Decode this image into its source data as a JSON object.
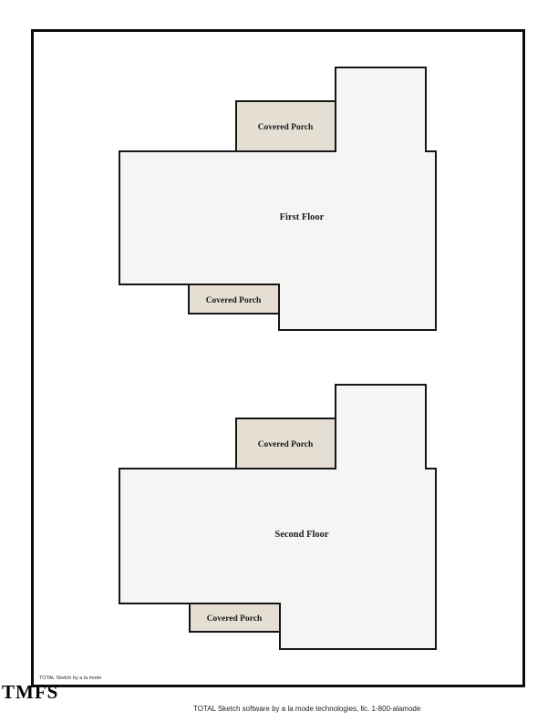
{
  "colors": {
    "floor_fill": "#f5f5f3",
    "porch_fill": "#e4ded3",
    "outline": "#161616",
    "frame_border": "#0c0c0c"
  },
  "floors": [
    {
      "label": "First Floor",
      "top_porch_label": "Covered Porch",
      "bottom_porch_label": "Covered Porch"
    },
    {
      "label": "Second Floor",
      "top_porch_label": "Covered Porch",
      "bottom_porch_label": "Covered Porch"
    }
  ],
  "watermark": {
    "text": "TMFS"
  },
  "credits": {
    "sketch_by": "TOTAL Sketch by a la mode",
    "footer": "TOTAL Sketch software by a la mode technologies, llc. 1-800-alamode"
  }
}
